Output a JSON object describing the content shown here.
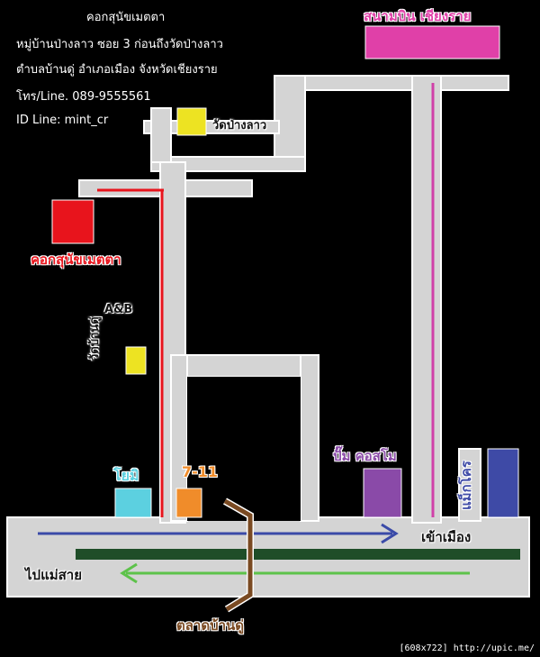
{
  "info": {
    "title": "คอกสุนัขเมตตา",
    "address_line1": "หมู่บ้านป่างลาว ซอย 3 ก่อนถึงวัดป่างลาว",
    "address_line2": "ตำบลบ้านดู่ อำเภอเมือง จังหวัดเชียงราย",
    "phone": "โทร/Line. 089-9555561",
    "line_id": "ID Line: mint_cr"
  },
  "places": {
    "airport": "สนามบิน เชียงราย",
    "temple_pang_lao": "วัดป่างลาว",
    "kennel": "คอกสุนัขเมตตา",
    "ab_shop": "A&B",
    "temple_ban_du": "วัดบ้านดู่",
    "yomi": "โยมิ",
    "seven_eleven": "7-11",
    "gas_station": "ปั๊ม คอสโม",
    "makro": "แม็กโคร",
    "market": "ตลาดบ้านดู่"
  },
  "directions": {
    "to_city": "เข้าเมือง",
    "to_mae_sai": "ไปแม่สาย"
  },
  "colors": {
    "road": "#d4d4d4",
    "road_edge": "#ffffff",
    "kennel": "#e8141c",
    "airport": "#e040a8",
    "temple": "#ede322",
    "yomi": "#5cd0e0",
    "seven_eleven": "#f08c2a",
    "gas_station": "#8a4aa8",
    "makro": "#3e4aa6",
    "market_road": "#7a4a22",
    "median": "#1f4d28",
    "arrow_city": "#3a4aa8",
    "arrow_mae_sai": "#5dc24a",
    "airport_line": "#d040a8"
  },
  "credit": "[608x722] http://upic.me/"
}
